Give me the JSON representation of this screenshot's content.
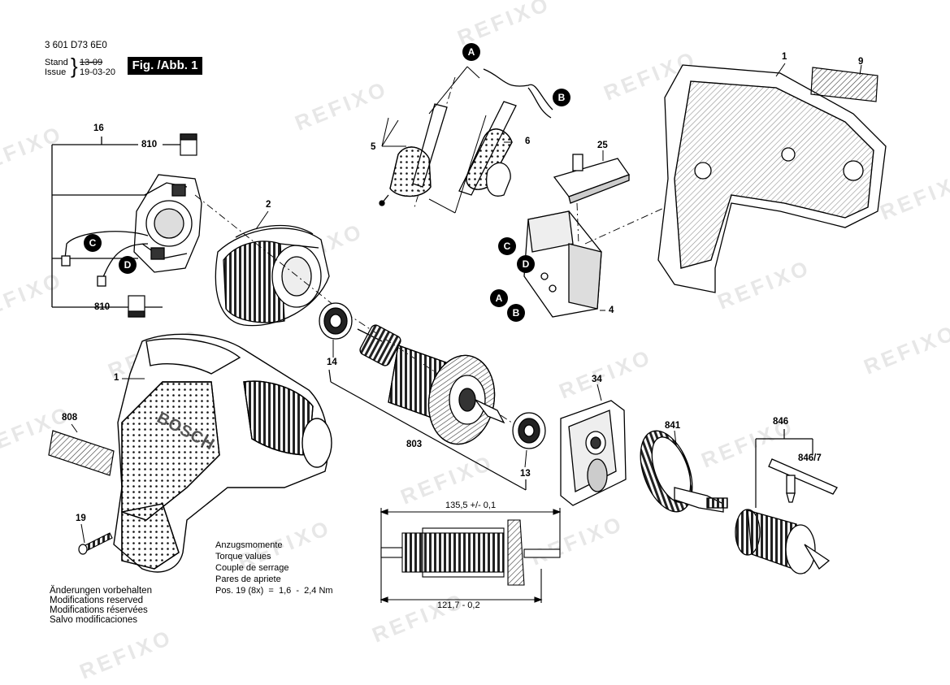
{
  "header": {
    "part_number": "3 601 D73 6E0",
    "stand_label": "Stand",
    "stand_value": "13-09",
    "issue_label": "Issue",
    "issue_value": "19-03-20",
    "figure_label": "Fig. /Abb. 1"
  },
  "watermark": "REFIXO",
  "part_labels": {
    "p1_housing": "1",
    "p9": "9",
    "p16": "16",
    "p810_top": "810",
    "p810_bottom": "810",
    "p2": "2",
    "p5": "5",
    "p6": "6",
    "p25": "25",
    "p4": "4",
    "p14": "14",
    "p1_tool": "1",
    "p808": "808",
    "p803": "803",
    "p34": "34",
    "p13": "13",
    "p841": "841",
    "p846": "846",
    "p846_7": "846/7",
    "p19": "19"
  },
  "callouts": {
    "a_top": "A",
    "b_top": "B",
    "c_left": "C",
    "d_left": "D",
    "c_switch": "C",
    "d_switch": "D",
    "a_switch": "A",
    "b_switch": "B"
  },
  "dimensions": {
    "top": "135,5 +/- 0,1",
    "bottom": "121,7 - 0,2"
  },
  "torque": {
    "lines": [
      "Anzugsmomente",
      "Torque values",
      "Couple de serrage",
      "Pares de apriete"
    ],
    "spec": "Pos. 19 (8x)  =  1,6  -  2,4 Nm"
  },
  "brand_on_tool": "BOSCH",
  "notes": [
    "Änderungen vorbehalten",
    "Modifications reserved",
    "Modifications réservées",
    "Salvo modificaciones"
  ]
}
